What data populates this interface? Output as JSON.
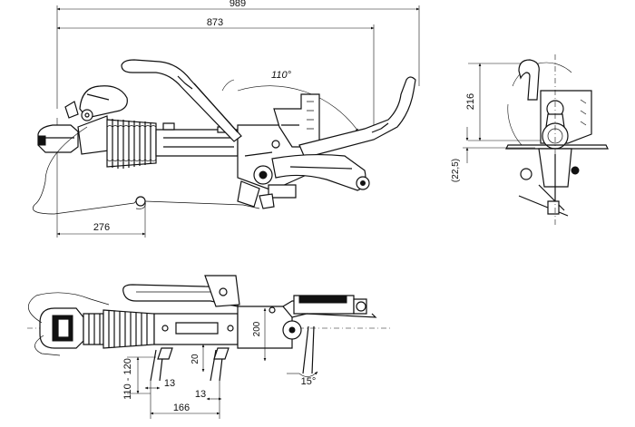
{
  "dimensions": {
    "overall_length": "989",
    "length_to_handle": "873",
    "cable_length": "276",
    "handle_angle": "110°",
    "height": "216",
    "offset": "(22,5)",
    "bolt_spread_range": "110 - 120",
    "slot_width_a": "13",
    "slot_width_b": "13",
    "slot_length": "20",
    "plate_width": "200",
    "bolt_spacing": "166",
    "bracket_angle": "15°"
  }
}
